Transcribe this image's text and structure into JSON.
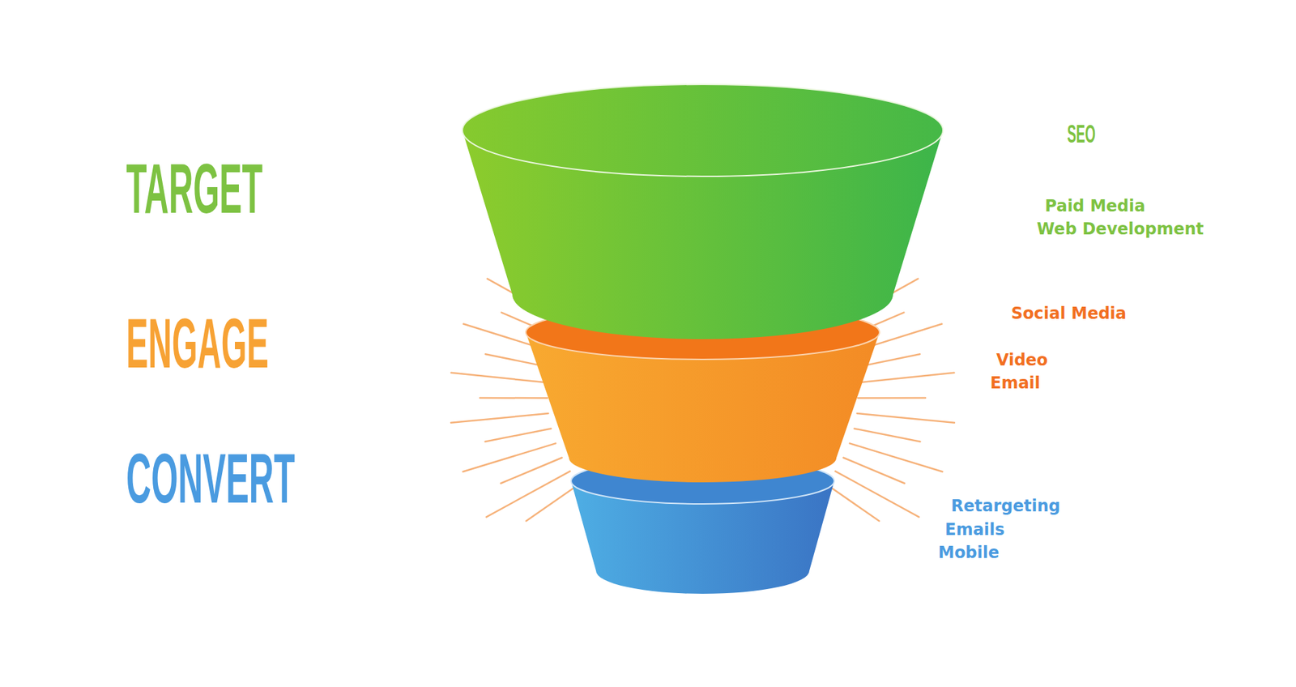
{
  "diagram": {
    "labels": [
      "TARGET",
      "ENGAGE",
      "CONVERT",
      "SEO",
      "Paid Media",
      "Web Development",
      "Social Media",
      "Video",
      "Email",
      "Retargeting",
      "Emails",
      "Mobile"
    ]
  }
}
